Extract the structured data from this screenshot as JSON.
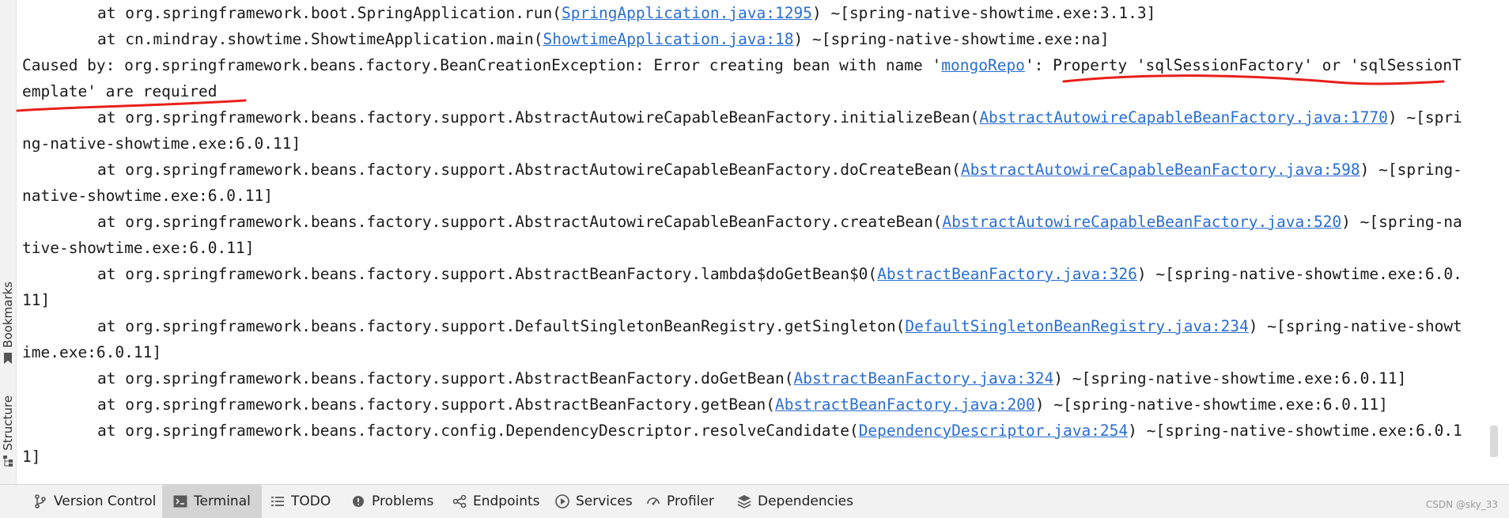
{
  "sidebar": {
    "bookmarks_label": "Bookmarks",
    "structure_label": "Structure"
  },
  "console": {
    "line1": {
      "prefix": "at org.springframework.boot.SpringApplication.run(",
      "link": "SpringApplication.java:1295",
      "suffix": ") ~[spring-native-showtime.exe:3.1.3]"
    },
    "line2": {
      "prefix": "at cn.mindray.showtime.ShowtimeApplication.main(",
      "link": "ShowtimeApplication.java:18",
      "suffix": ") ~[spring-native-showtime.exe:na]"
    },
    "caused": {
      "prefix": "Caused by: org.springframework.beans.factory.BeanCreationException: Error creating bean with name '",
      "link": "mongoRepo",
      "suffix": "': Property 'sqlSessionFactory' or 'sqlSessionTemplate' are required"
    },
    "trace": [
      {
        "prefix": "at org.springframework.beans.factory.support.AbstractAutowireCapableBeanFactory.initializeBean(",
        "link": "AbstractAutowireCapableBeanFactory.java:1770",
        "suffix": ") ~[spring-native-showtime.exe:6.0.11]"
      },
      {
        "prefix": "at org.springframework.beans.factory.support.AbstractAutowireCapableBeanFactory.doCreateBean(",
        "link": "AbstractAutowireCapableBeanFactory.java:598",
        "suffix": ") ~[spring-native-showtime.exe:6.0.11]"
      },
      {
        "prefix": "at org.springframework.beans.factory.support.AbstractAutowireCapableBeanFactory.createBean(",
        "link": "AbstractAutowireCapableBeanFactory.java:520",
        "suffix": ") ~[spring-native-showtime.exe:6.0.11]"
      },
      {
        "prefix": "at org.springframework.beans.factory.support.AbstractBeanFactory.lambda$doGetBean$0(",
        "link": "AbstractBeanFactory.java:326",
        "suffix": ") ~[spring-native-showtime.exe:6.0.11]"
      },
      {
        "prefix": "at org.springframework.beans.factory.support.DefaultSingletonBeanRegistry.getSingleton(",
        "link": "DefaultSingletonBeanRegistry.java:234",
        "suffix": ") ~[spring-native-showtime.exe:6.0.11]"
      },
      {
        "prefix": "at org.springframework.beans.factory.support.AbstractBeanFactory.doGetBean(",
        "link": "AbstractBeanFactory.java:324",
        "suffix": ") ~[spring-native-showtime.exe:6.0.11]"
      },
      {
        "prefix": "at org.springframework.beans.factory.support.AbstractBeanFactory.getBean(",
        "link": "AbstractBeanFactory.java:200",
        "suffix": ") ~[spring-native-showtime.exe:6.0.11]"
      },
      {
        "prefix": "at org.springframework.beans.factory.config.DependencyDescriptor.resolveCandidate(",
        "link": "DependencyDescriptor.java:254",
        "suffix": ") ~[spring-native-showtime.exe:6.0.11]"
      }
    ]
  },
  "annotation_color": "#e8201a",
  "link_color": "#2a6ed2",
  "toolbar": {
    "tabs": [
      {
        "label": "Version Control",
        "icon": "branch-icon"
      },
      {
        "label": "Terminal",
        "icon": "terminal-icon",
        "active": true
      },
      {
        "label": "TODO",
        "icon": "list-icon"
      },
      {
        "label": "Problems",
        "icon": "problems-icon"
      },
      {
        "label": "Endpoints",
        "icon": "endpoints-icon"
      },
      {
        "label": "Services",
        "icon": "services-icon"
      },
      {
        "label": "Profiler",
        "icon": "profiler-icon"
      },
      {
        "label": "Dependencies",
        "icon": "dependencies-icon"
      }
    ],
    "watermark": "CSDN @sky_33"
  }
}
